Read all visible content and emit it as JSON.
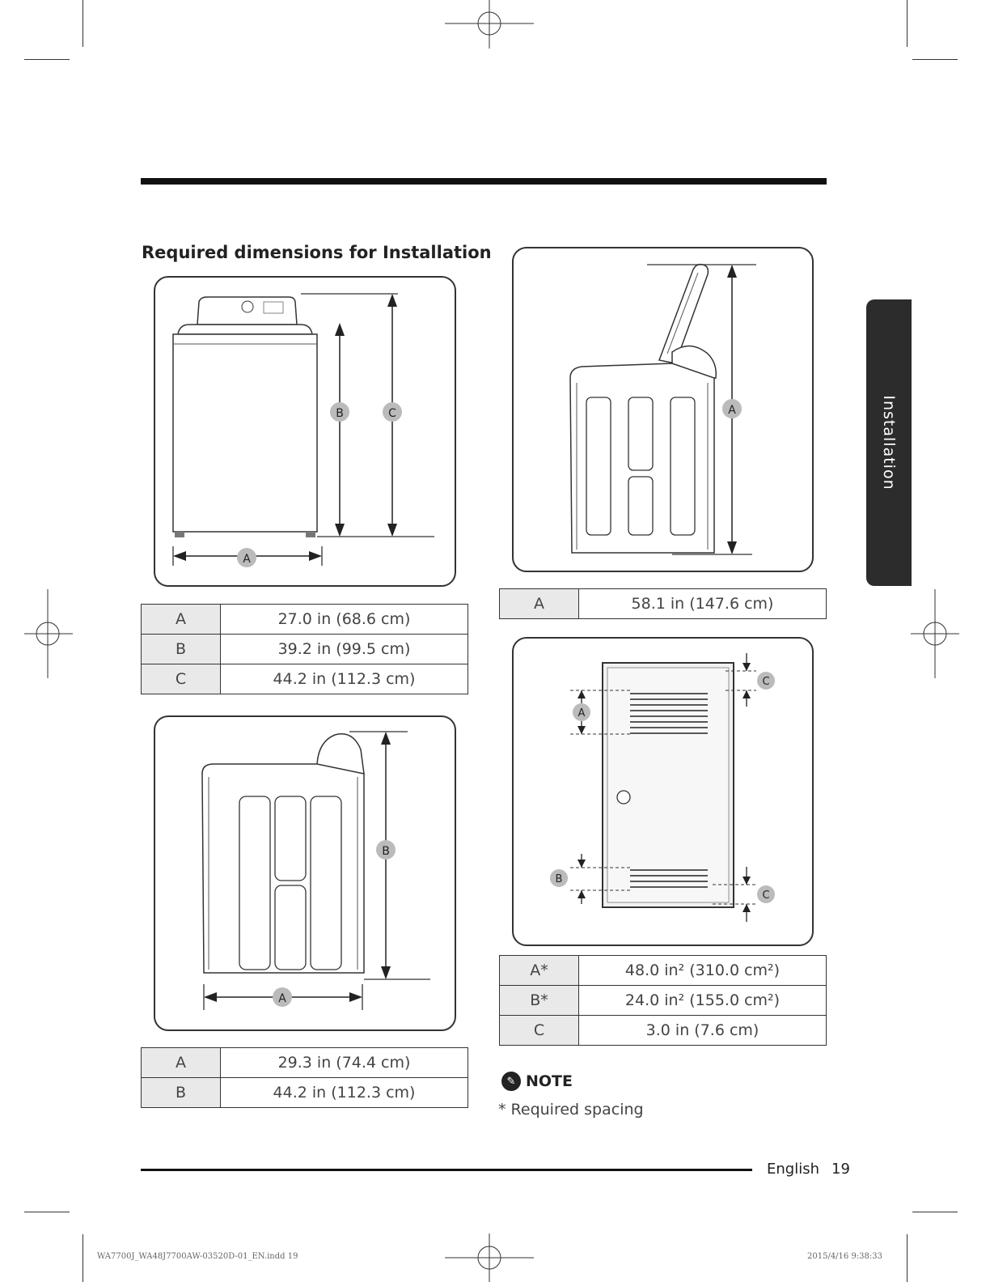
{
  "section_title": "Required dimensions for Installation",
  "side_tab": "Installation",
  "diagrams": {
    "front_view": {
      "markers": [
        "A",
        "B",
        "C"
      ]
    },
    "side_view": {
      "markers": [
        "A",
        "B"
      ]
    },
    "open_lid_view": {
      "markers": [
        "A"
      ]
    },
    "closet_door": {
      "markers": [
        "A",
        "B",
        "C",
        "C"
      ]
    }
  },
  "tables": {
    "front": [
      {
        "key": "A",
        "value": "27.0 in (68.6 cm)"
      },
      {
        "key": "B",
        "value": "39.2 in (99.5 cm)"
      },
      {
        "key": "C",
        "value": "44.2 in (112.3 cm)"
      }
    ],
    "side": [
      {
        "key": "A",
        "value": "29.3 in (74.4 cm)"
      },
      {
        "key": "B",
        "value": "44.2 in (112.3 cm)"
      }
    ],
    "lid": [
      {
        "key": "A",
        "value": "58.1 in (147.6 cm)"
      }
    ],
    "closet": [
      {
        "key": "A*",
        "value": "48.0 in² (310.0 cm²)"
      },
      {
        "key": "B*",
        "value": "24.0 in² (155.0 cm²)"
      },
      {
        "key": "C",
        "value": "3.0 in (7.6 cm)"
      }
    ]
  },
  "note": {
    "label": "NOTE",
    "text": "* Required spacing"
  },
  "footer": {
    "language": "English",
    "page_number": "19"
  },
  "print_info": {
    "file": "WA7700J_WA48J7700AW-03520D-01_EN.indd   19",
    "date": "2015/4/16   9:38:33"
  }
}
